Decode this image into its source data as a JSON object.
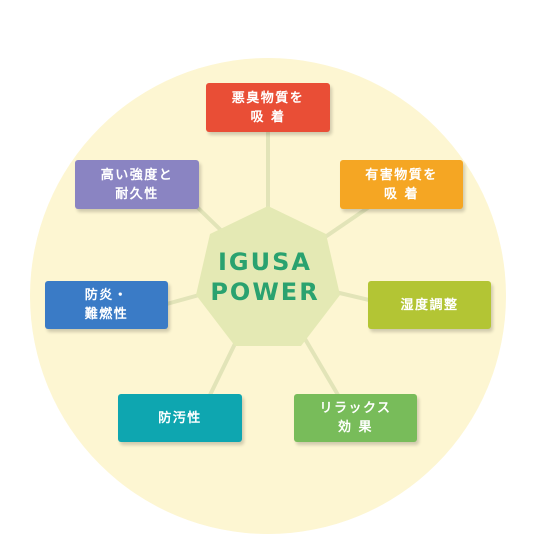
{
  "center": {
    "line1": "IGUSA",
    "line2": "POWER"
  },
  "colors": {
    "circle": "#fdf6d2",
    "heptagon": "#e4e9b4",
    "spoke": "#e2e4b8",
    "center_text": "#2aa26f",
    "deodorize": "#e94e36",
    "harmful": "#f5a623",
    "humidity": "#b3c534",
    "relax": "#78bc5a",
    "antifouling": "#0ea6b0",
    "fire": "#3a7bc6",
    "strength": "#8a84c2"
  },
  "effects": [
    {
      "key": "deodorize",
      "line1": "悪臭物質を",
      "line2": "吸 着"
    },
    {
      "key": "harmful",
      "line1": "有害物質を",
      "line2": "吸 着"
    },
    {
      "key": "humidity",
      "line1": "湿度調整",
      "line2": ""
    },
    {
      "key": "relax",
      "line1": "リラックス",
      "line2": "効 果"
    },
    {
      "key": "antifouling",
      "line1": "防汚性",
      "line2": ""
    },
    {
      "key": "fire",
      "line1": "防炎・",
      "line2": "難燃性"
    },
    {
      "key": "strength",
      "line1": "高い強度と",
      "line2": "耐久性"
    }
  ]
}
